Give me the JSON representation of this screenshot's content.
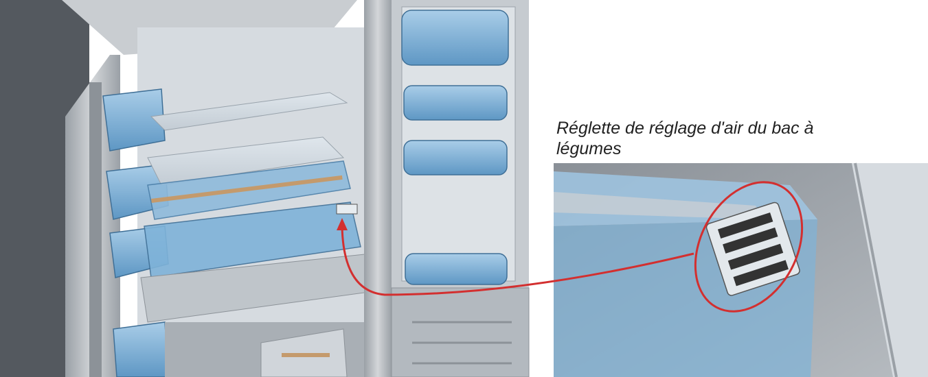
{
  "callout": {
    "label": "Réglette de réglage d'air du bac à légumes"
  },
  "colors": {
    "shelf_blue": "#7fb3d9",
    "frame_grey": "#b8bcc0",
    "dark_interior": "#555a60",
    "callout_red": "#d32f2f"
  },
  "illustration": {
    "overview": "refrigerator-interior-diagram",
    "detail": "crisper-air-slider-detail"
  }
}
